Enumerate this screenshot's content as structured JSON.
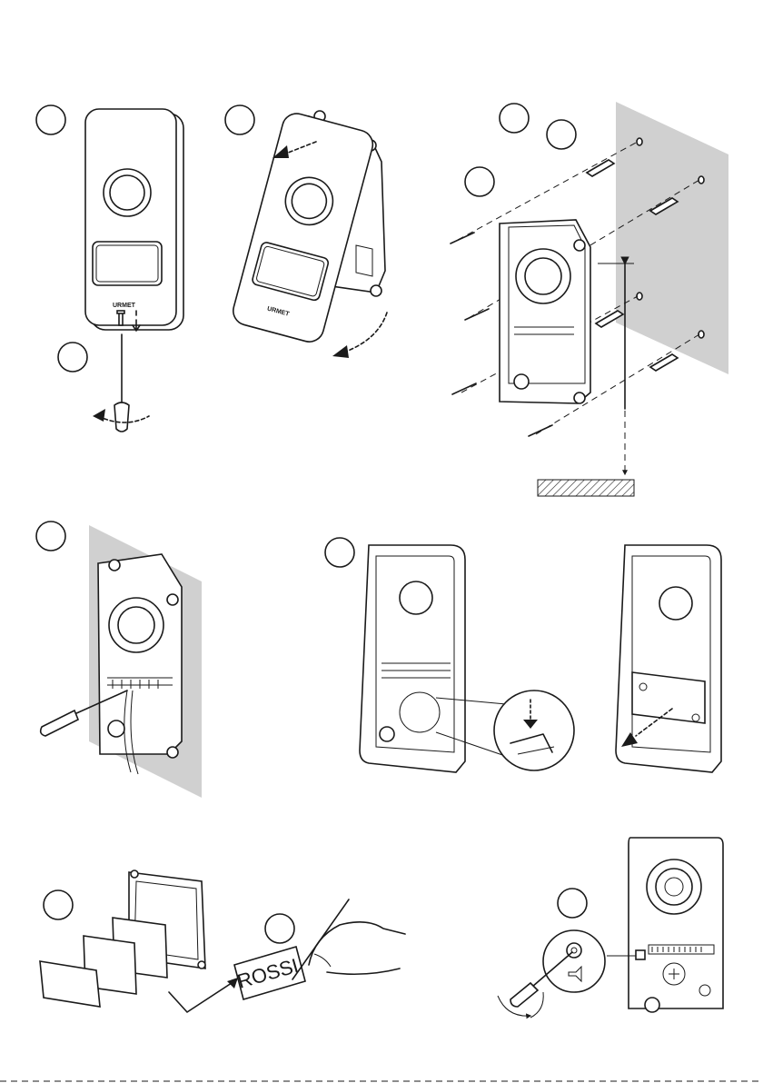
{
  "sheet": {
    "brand_mark": "URMET",
    "name_label_text": "ROSSI"
  },
  "steps": [
    {
      "id": "step-1",
      "panel": "remove-front-cover"
    },
    {
      "id": "step-2",
      "panel": "lift-front-cover"
    },
    {
      "id": "step-3",
      "panel": "wall-mount-screws-and-plugs"
    },
    {
      "id": "step-4",
      "panel": "wire-terminals"
    },
    {
      "id": "step-5",
      "panel": "release-name-card-holder"
    },
    {
      "id": "step-6",
      "panel": "write-name-card"
    },
    {
      "id": "step-7",
      "panel": "adjust-volume"
    }
  ],
  "icons": [
    "screwdriver-icon",
    "rotation-arrow-icon",
    "push-arrow-icon",
    "speaker-icon",
    "pen-hand-icon",
    "floor-hatch-icon"
  ],
  "colors": {
    "ink": "#1a1a1a",
    "wall": "#d0d0d0",
    "paper": "#ffffff"
  }
}
